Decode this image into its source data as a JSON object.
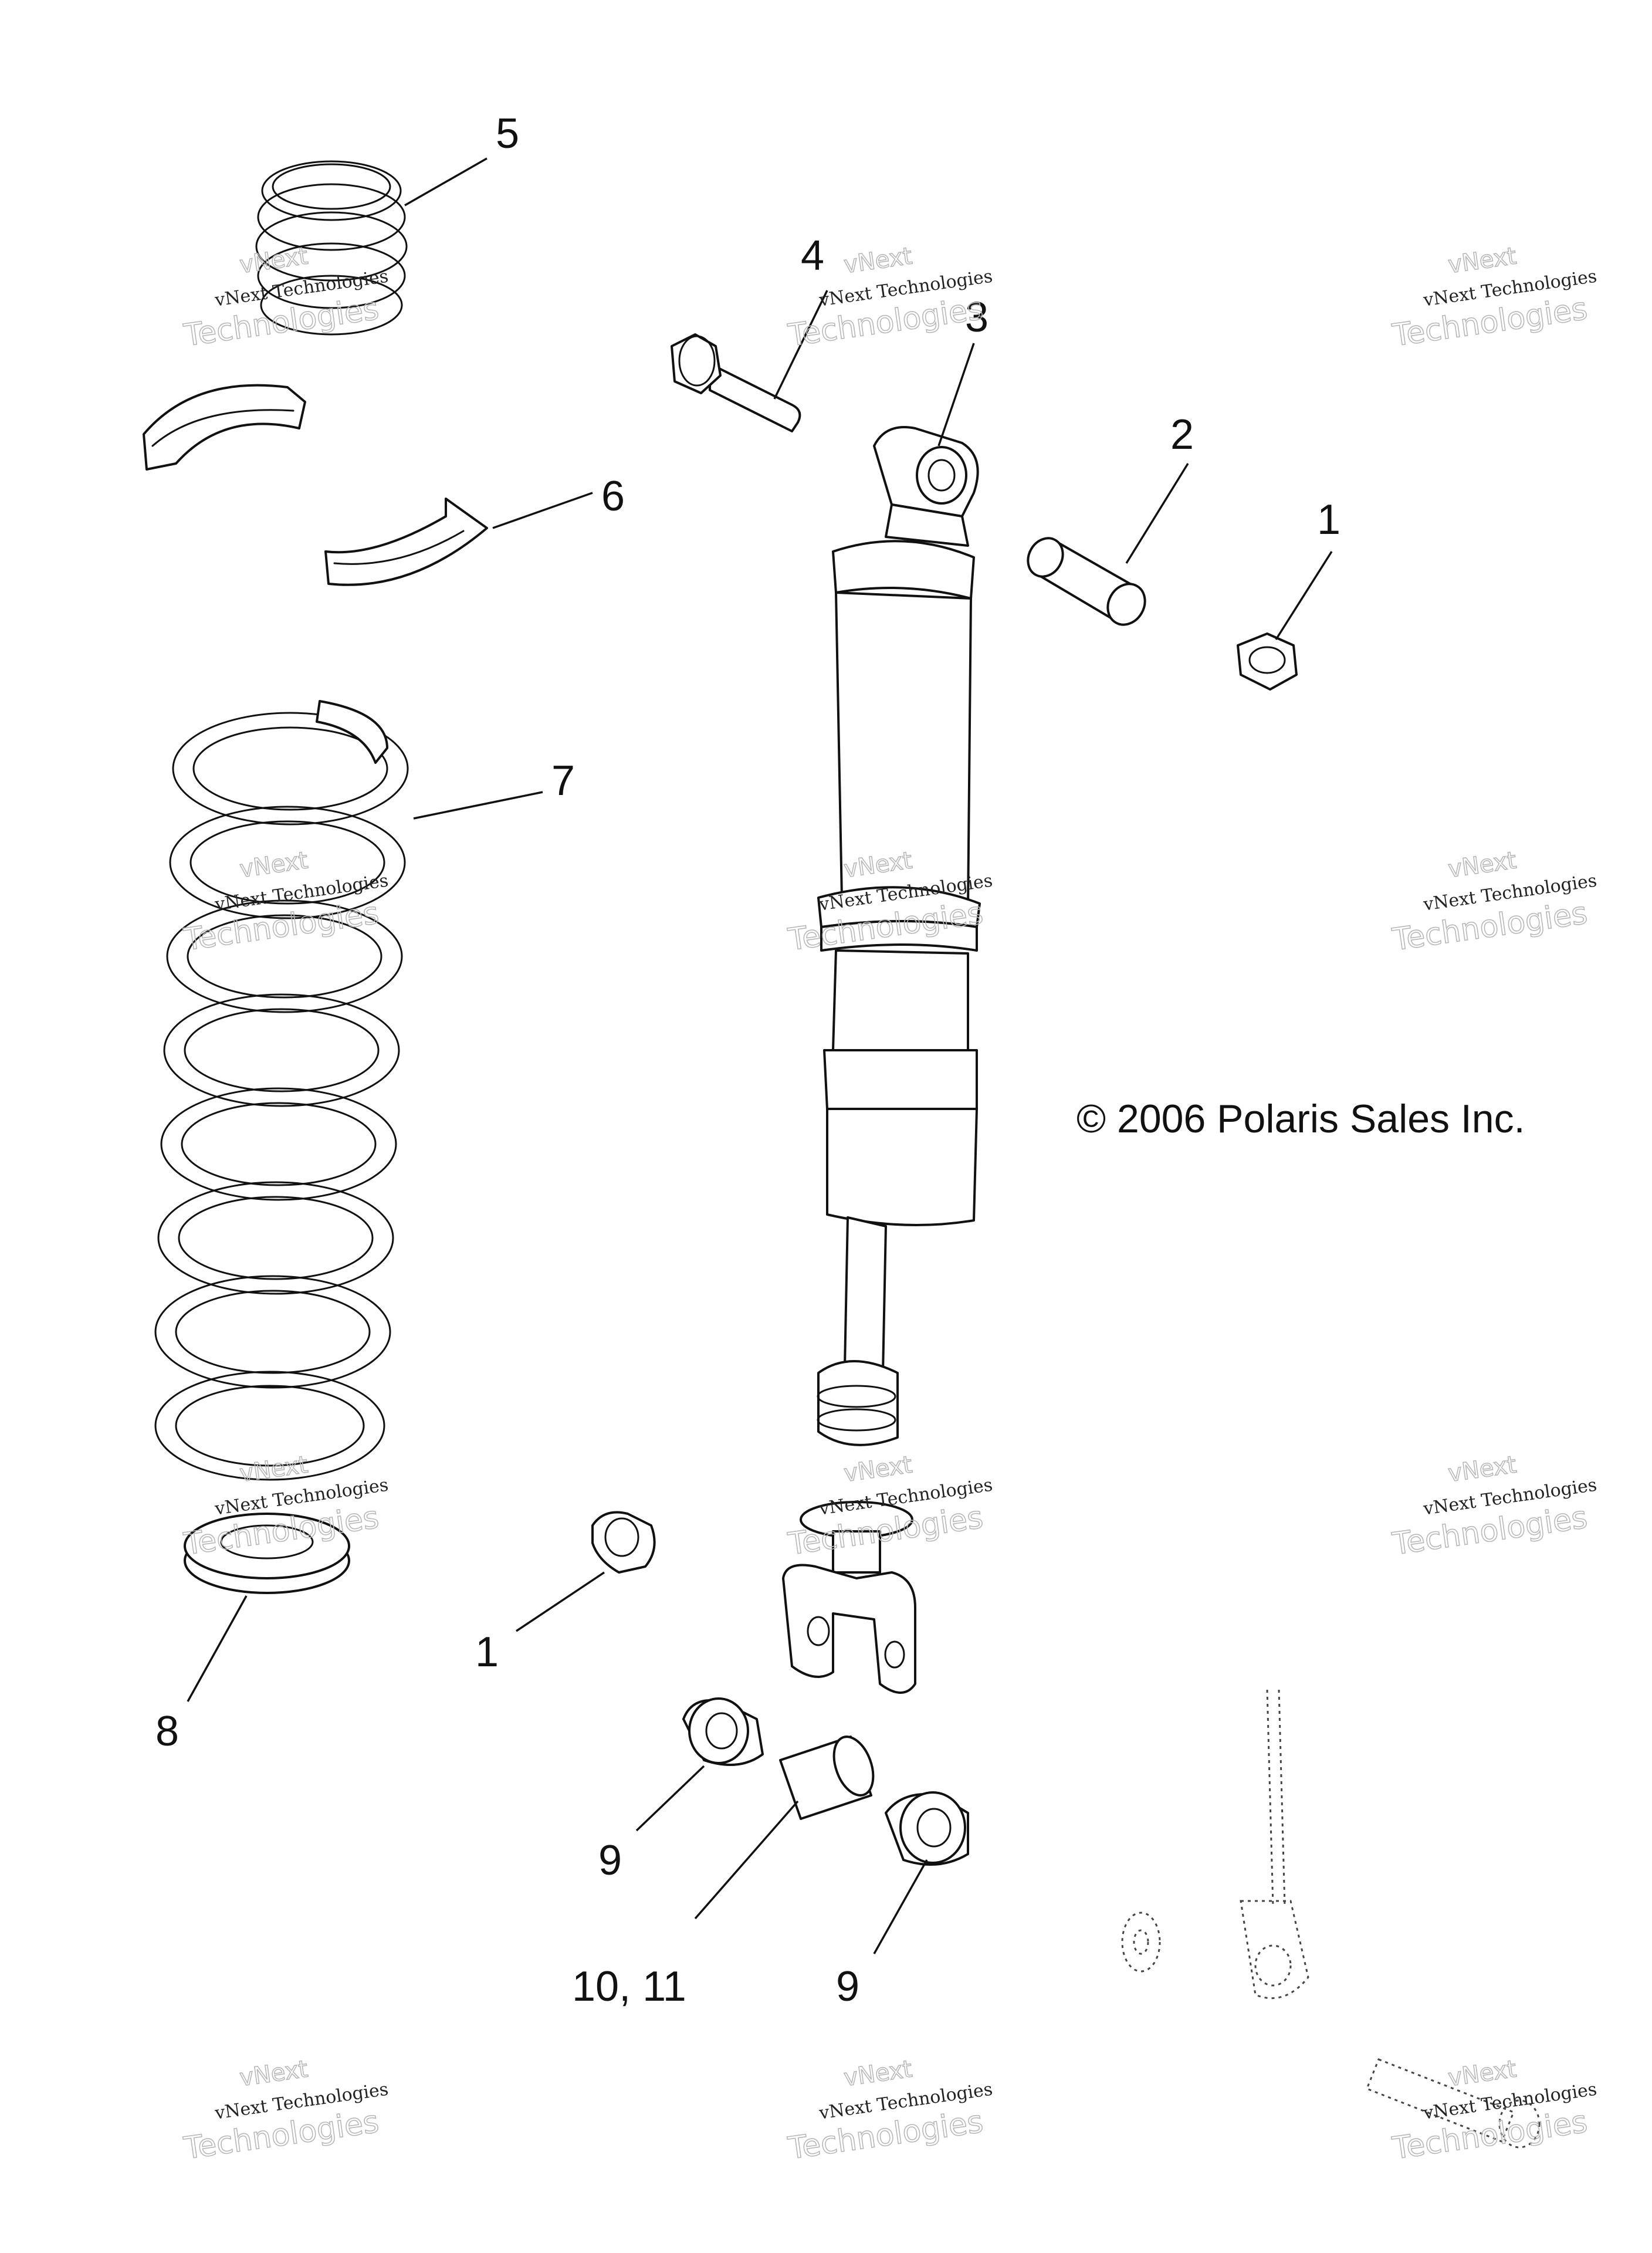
{
  "diagram": {
    "copyright": "© 2006 Polaris Sales Inc.",
    "callouts": [
      "5",
      "4",
      "3",
      "2",
      "1",
      "6",
      "7",
      "1",
      "8",
      "9",
      "10, 11",
      "9"
    ],
    "watermark": {
      "line_top": "vNext",
      "line_mid": "vNext Technologies",
      "line_bottom": "Technologies"
    },
    "colors": {
      "line": "#111111",
      "watermark": "#b8b8b8",
      "background": "#ffffff"
    }
  }
}
